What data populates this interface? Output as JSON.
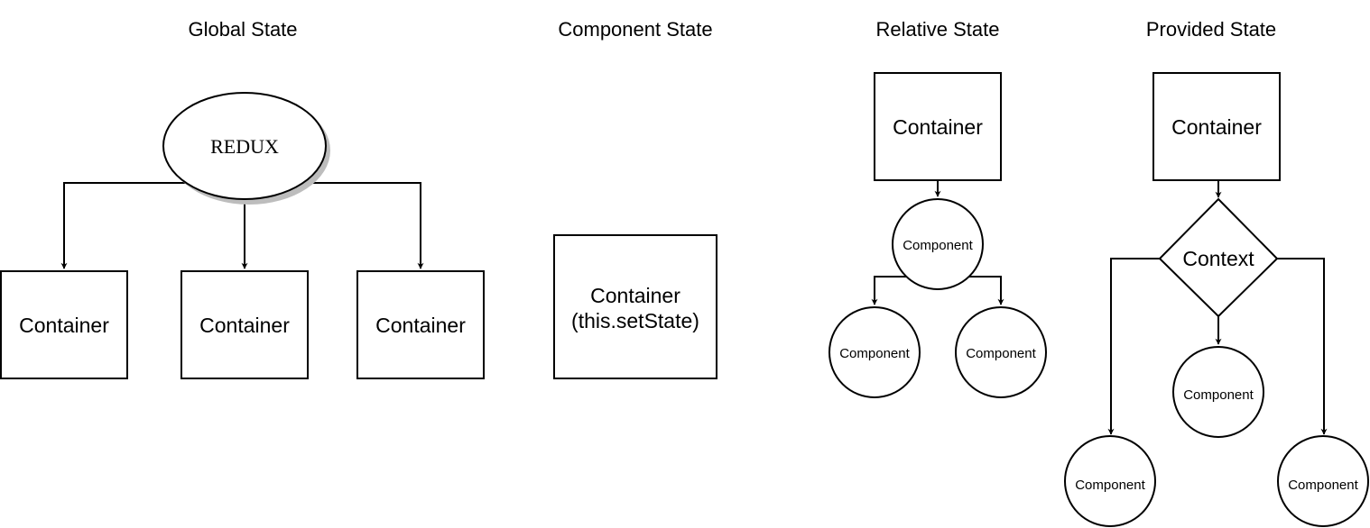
{
  "colors": {
    "stroke": "#000000",
    "fill": "#ffffff",
    "shadow": "#bdbdbd"
  },
  "sections": {
    "global": {
      "title": "Global State",
      "store_label": "REDUX",
      "containers": [
        "Container",
        "Container",
        "Container"
      ]
    },
    "component": {
      "title": "Component State",
      "container_line1": "Container",
      "container_line2": "(this.setState)"
    },
    "relative": {
      "title": "Relative State",
      "container": "Container",
      "component_parent": "Component",
      "component_left": "Component",
      "component_right": "Component"
    },
    "provided": {
      "title": "Provided State",
      "container": "Container",
      "context": "Context",
      "component_middle": "Component",
      "component_left": "Component",
      "component_right": "Component"
    }
  }
}
